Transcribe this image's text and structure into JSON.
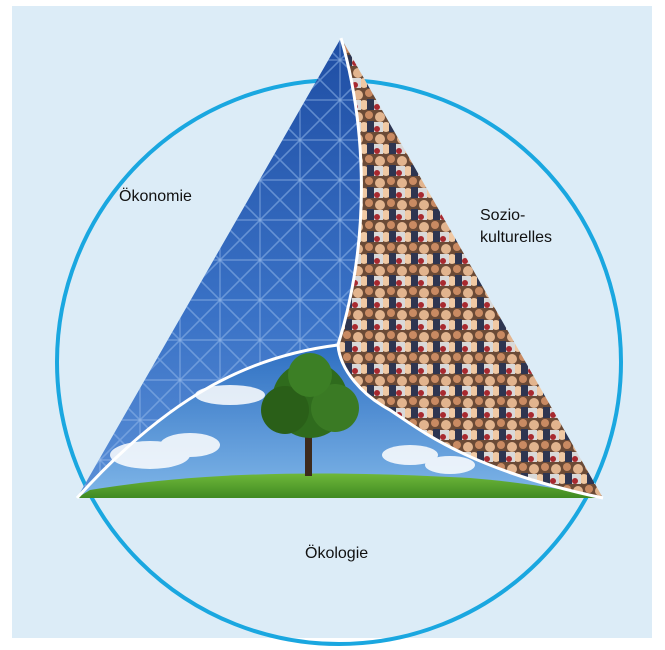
{
  "labels": {
    "economy": "Ökonomie",
    "sociocultural_line1": "Sozio-",
    "sociocultural_line2": "kulturelles",
    "ecology": "Ökologie"
  },
  "colors": {
    "background": "#dcecf7",
    "circle": "#1aa7e0",
    "economy_section": "#2b5fb0",
    "sociocultural_section": "#8a5a3c",
    "ecology_sky": "#3a86d2",
    "ecology_grass": "#4e9a2e"
  },
  "sections": [
    {
      "name": "economy",
      "image": "industrial structure (blue tint)"
    },
    {
      "name": "sociocultural",
      "image": "crowd of people"
    },
    {
      "name": "ecology",
      "image": "tree on grass under cloudy sky"
    }
  ]
}
